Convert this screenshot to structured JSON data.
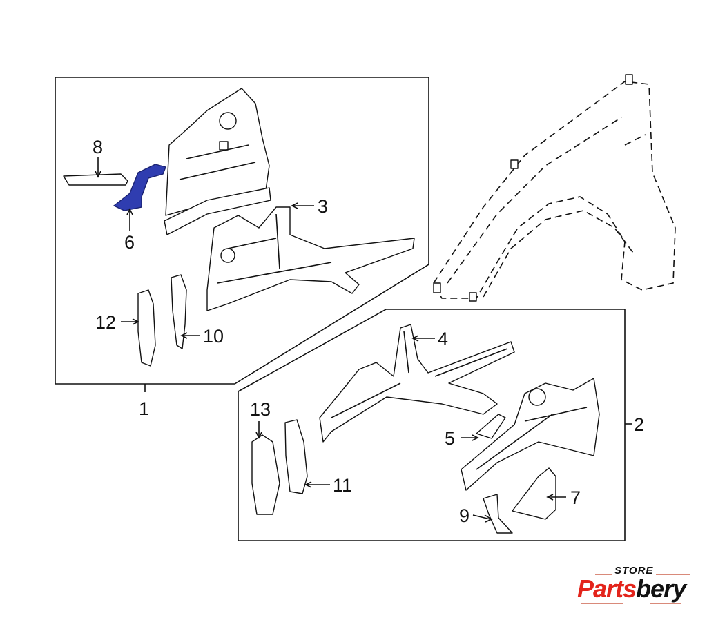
{
  "diagram": {
    "callouts": {
      "c1": "1",
      "c2": "2",
      "c3": "3",
      "c4": "4",
      "c5": "5",
      "c6": "6",
      "c7": "7",
      "c8": "8",
      "c9": "9",
      "c10": "10",
      "c11": "11",
      "c12": "12",
      "c13": "13"
    },
    "highlight_color": "#2f3db0"
  },
  "logo": {
    "top": "STORE",
    "part_a": "Parts",
    "part_b": "bery",
    "accent": "#e3241b"
  }
}
